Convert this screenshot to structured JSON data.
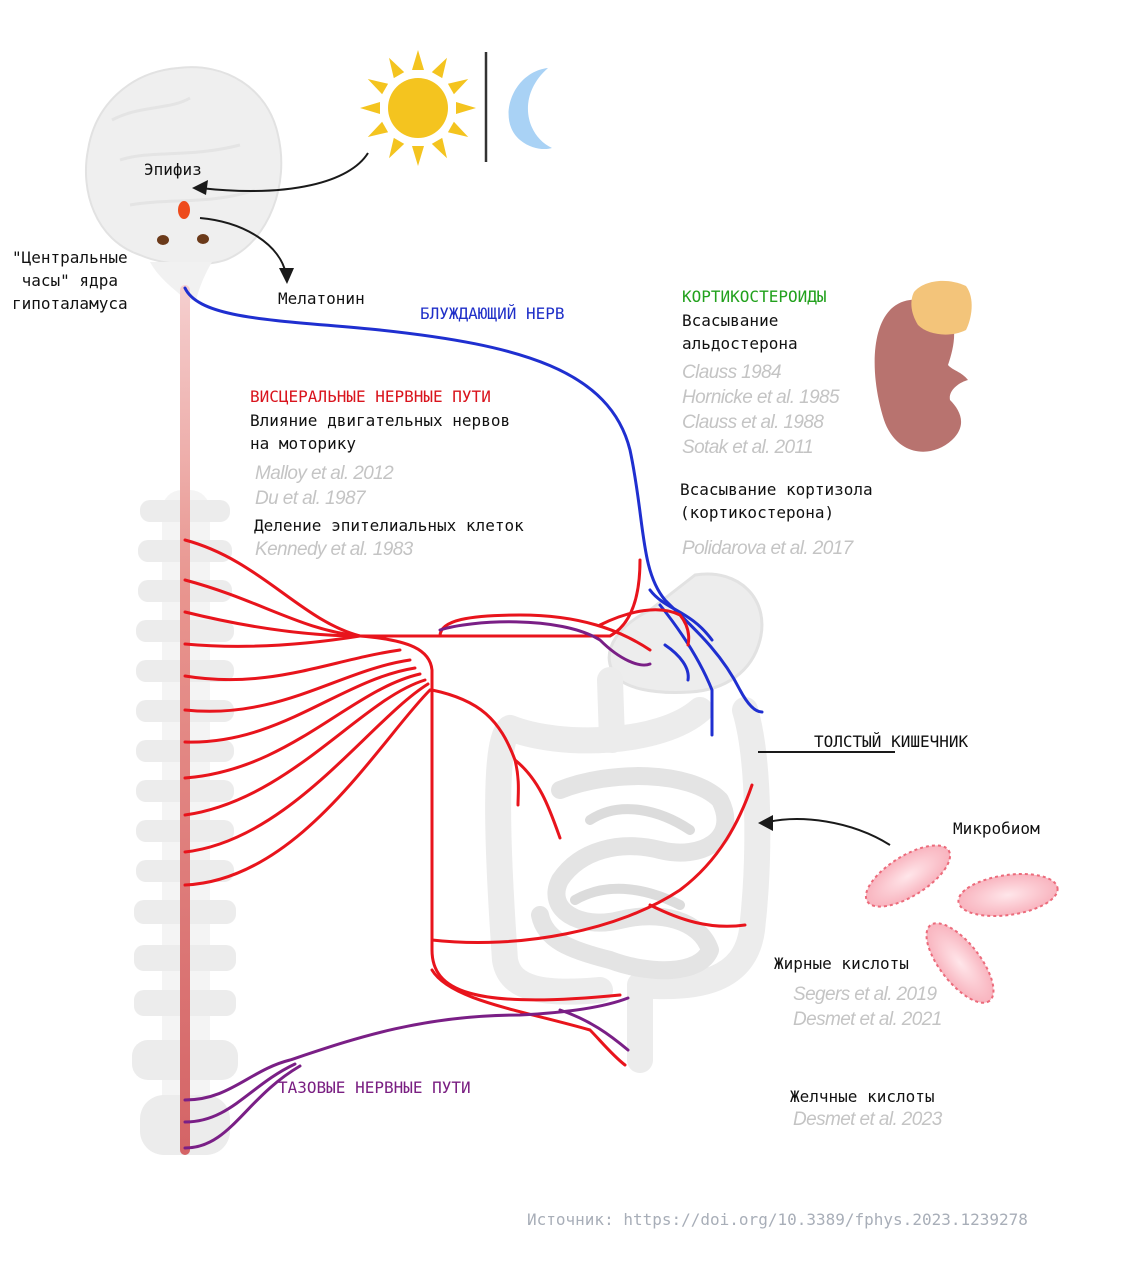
{
  "labels": {
    "epiphysis": "Эпифиз",
    "central_clock": "\"Центральные\nчасы\" ядра\nгипоталамуса",
    "melatonin": "Мелатонин",
    "vagus": "БЛУЖДАЮЩИЙ НЕРВ",
    "visceral_title": "ВИСЦЕРАЛЬНЫЕ НЕРВНЫЕ ПУТИ",
    "motor_effect": "Влияние двигательных нервов\nна моторику",
    "cell_division": "Деление эпителиальных клеток",
    "corticosteroids_title": "КОРТИКОСТЕРОИДЫ",
    "aldosterone": "Всасывание\nальдостерона",
    "cortisol": "Всасывание кортизола\n(кортикостерона)",
    "colon": "ТОЛСТЫЙ КИШЕЧНИК",
    "microbiome": "Микробиом",
    "fatty_acids": "Жирные кислоты",
    "bile_acids": "Желчные кислоты",
    "pelvic": "ТАЗОВЫЕ НЕРВНЫЕ ПУТИ",
    "source": "Источник: https://doi.org/10.3389/fphys.2023.1239278"
  },
  "citations": {
    "motor": "Malloy et al. 2012\nDu et al. 1987",
    "cell_division": "Kennedy et al. 1983",
    "aldosterone": "Clauss 1984\nHornicke et al. 1985\nClauss et al. 1988\nSotak et al. 2011",
    "cortisol": "Polidarova et al. 2017",
    "fatty_acids": "Segers et al. 2019\nDesmet et al. 2021",
    "bile_acids": "Desmet et al. 2023"
  },
  "colors": {
    "visceral": "#e8141c",
    "vagus": "#1f2fd0",
    "pelvic": "#7a1f86",
    "corticosteroids": "#22a11d",
    "sun": "#f4c41f",
    "moon": "#a9d2f5",
    "kidney": "#b8736f",
    "adrenal": "#f3c47a",
    "bacteria": "#ec6b7b"
  }
}
